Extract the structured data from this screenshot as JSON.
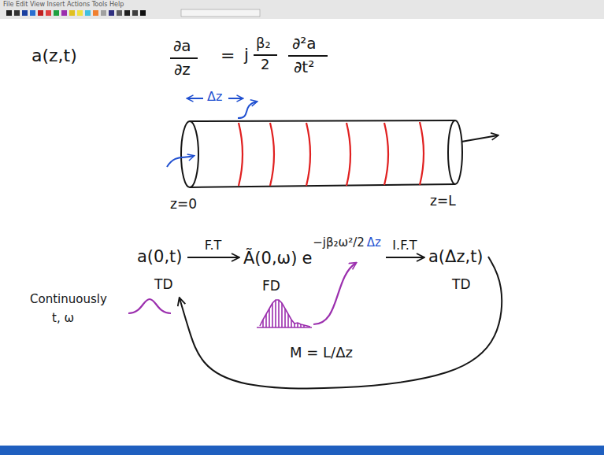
{
  "diagram": {
    "nodes": [
      {
        "text": [
          "a(0,t)",
          "TD"
        ]
      },
      {
        "text": [
          "Ã(0,ω)",
          "e",
          "−jβ₂ω²/2",
          "Δz",
          "FD"
        ]
      },
      {
        "text": [
          "a(Δz,t)",
          "TD"
        ]
      }
    ],
    "edges": [
      {
        "from": 0,
        "to": 1,
        "arrow": "to",
        "label": "F.T"
      },
      {
        "from": 1,
        "to": 2,
        "arrow": "to",
        "label": "I.F.T"
      },
      {
        "from": 2,
        "to": 0,
        "arrow": "to",
        "label": "M = L/Δz"
      }
    ],
    "labels": [
      "File Edit View Insert Actions Tools Help",
      "a(z,t)",
      "∂a",
      "∂z",
      "=",
      "j",
      "β₂",
      "2",
      "∂²a",
      "∂t²",
      "Δz",
      "z=0",
      "z=L",
      "Continuously",
      "t, ω"
    ]
  }
}
